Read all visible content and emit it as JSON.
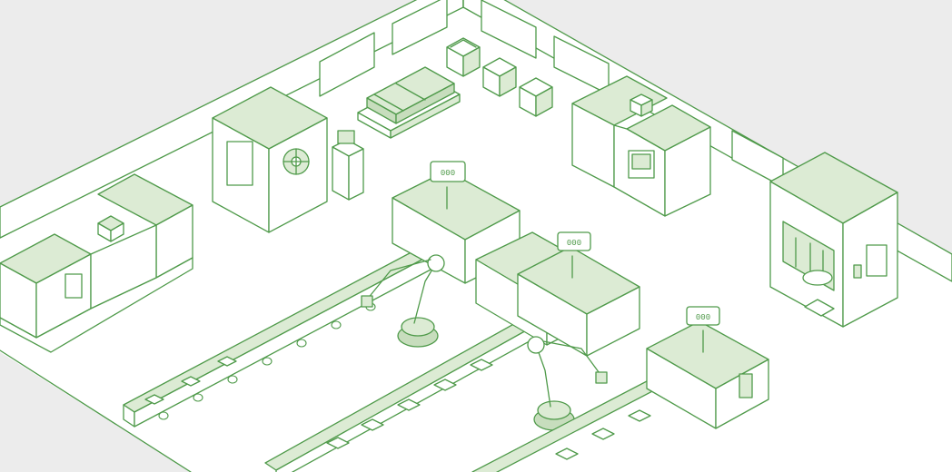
{
  "scene": {
    "type": "isometric-factory-illustration",
    "colors": {
      "background": "#ececec",
      "floor": "#ffffff",
      "outline": "#4f9a4a",
      "fill_light": "#dcebd4",
      "fill_mid": "#c7ddbd"
    },
    "displays": {
      "conveyor_1": "000",
      "conveyor_2": "000",
      "conveyor_3": "000"
    },
    "items": {
      "cnc_machines": 3,
      "robot_arms": 2,
      "conveyor_lines": 3,
      "cardboard_boxes": 3
    }
  }
}
